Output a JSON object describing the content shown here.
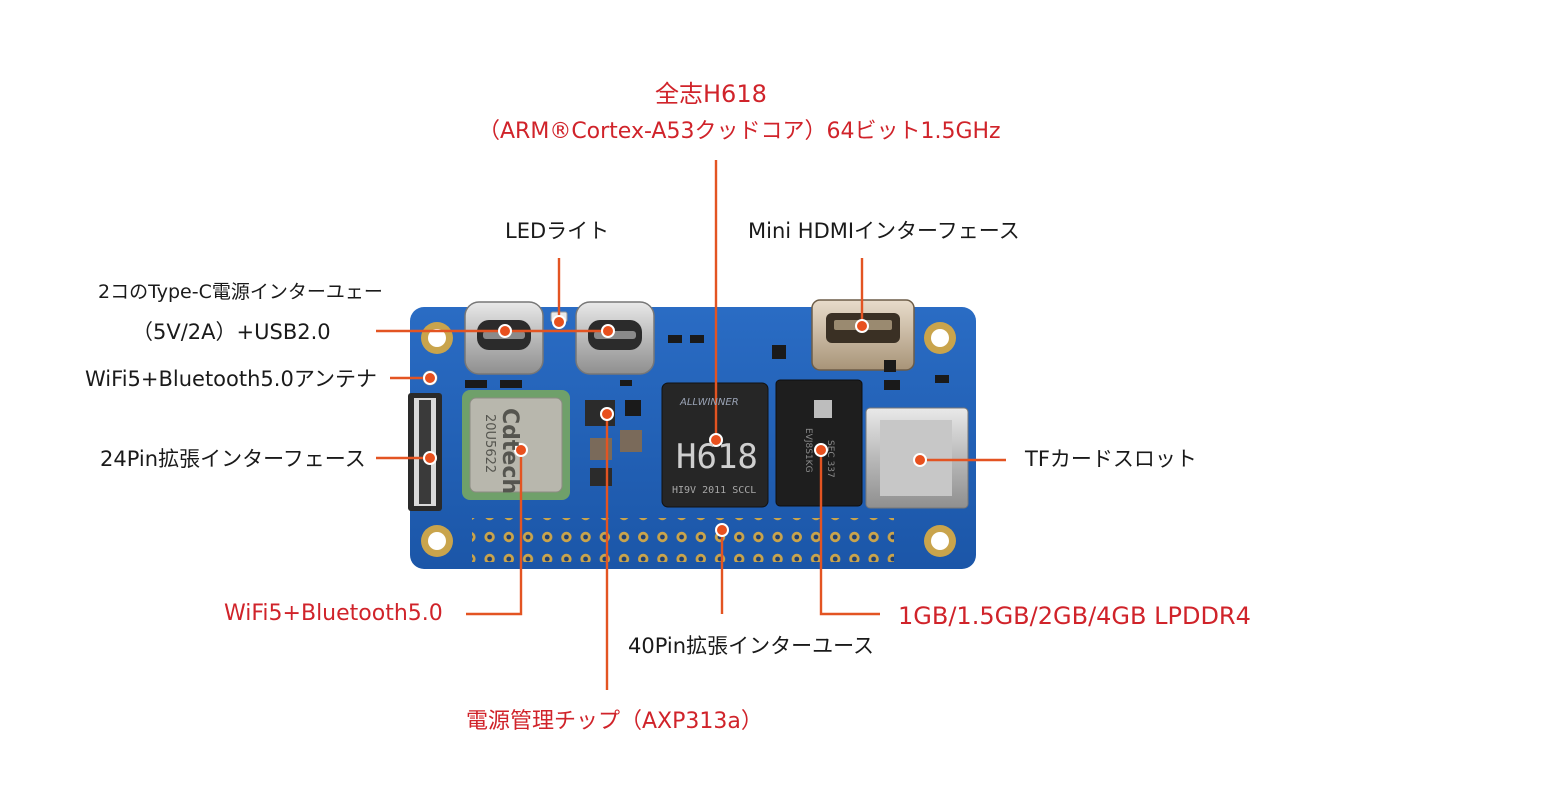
{
  "title_line1": "全志H618",
  "title_line2": "（ARM®Cortex-A53クッドコア）64ビット1.5GHz",
  "labels": {
    "led": "LEDライト",
    "hdmi": "Mini HDMIインターフェース",
    "typec_line1": "2コのType-C電源インターユェー",
    "typec_line2": "（5V/2A）+USB2.0",
    "antenna": "WiFi5+Bluetooth5.0アンテナ",
    "pin24": "24Pin拡張インターフェース",
    "tf": "TFカードスロット",
    "wifi": "WiFi5+Bluetooth5.0",
    "pin40": "40Pin拡張インターユース",
    "ram": "1GB/1.5GB/2GB/4GB LPDDR4",
    "pmic": "電源管理チップ（AXP313a）"
  },
  "chips": {
    "soc_brand": "ALLWINNER",
    "soc_name": "H618",
    "soc_code": "HI9V 2011 SCCL",
    "wifi_brand": "Cdtech",
    "wifi_model": "20U5622",
    "ram_code": "EVJ8S1KG",
    "ram_bottom": "SEC 337"
  },
  "colors": {
    "board": "#1f5fb5",
    "leader": "#e35422",
    "dot": "#e8501e",
    "label_red": "#d0232a"
  }
}
